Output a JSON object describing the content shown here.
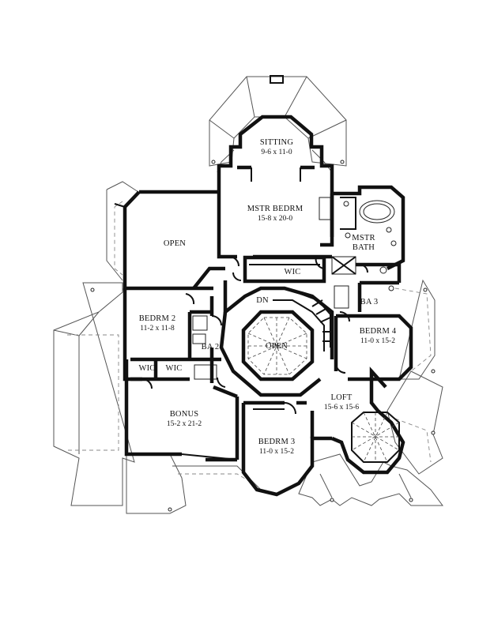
{
  "rooms": {
    "sitting": {
      "name": "SITTING",
      "dims": "9-6 x 11-0"
    },
    "master_bedroom": {
      "name": "MSTR BEDRM",
      "dims": "15-8 x 20-0"
    },
    "master_bath": {
      "name_line1": "MSTR",
      "name_line2": "BATH"
    },
    "open_left": {
      "name": "OPEN"
    },
    "wic_master": {
      "name": "WIC"
    },
    "dn": {
      "name": "DN"
    },
    "ba3": {
      "name": "BA 3"
    },
    "bedroom2": {
      "name": "BEDRM 2",
      "dims": "11-2 x 11-8"
    },
    "ba2": {
      "name": "BA 2"
    },
    "open_center": {
      "name": "OPEN"
    },
    "bedroom4": {
      "name": "BEDRM 4",
      "dims": "11-0 x 15-2"
    },
    "wic_left": {
      "name": "WIC"
    },
    "wic_right": {
      "name": "WIC"
    },
    "loft": {
      "name": "LOFT",
      "dims": "15-6 x 15-6"
    },
    "bonus": {
      "name": "BONUS",
      "dims": "15-2 x 21-2"
    },
    "bedroom3": {
      "name": "BEDRM 3",
      "dims": "11-0 x 15-2"
    }
  }
}
